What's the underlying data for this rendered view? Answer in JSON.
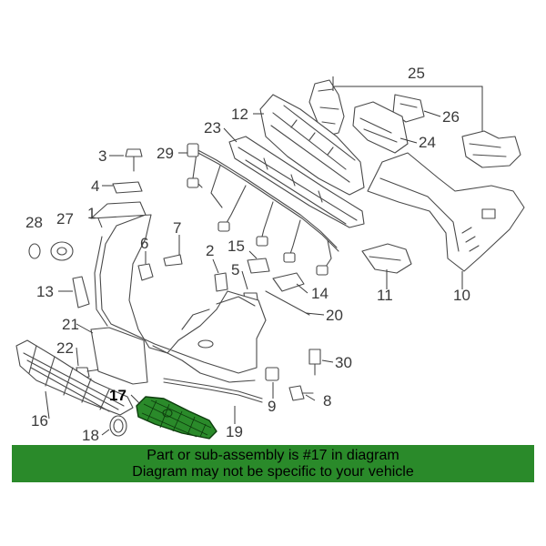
{
  "diagram": {
    "callouts": [
      "1",
      "2",
      "3",
      "4",
      "5",
      "6",
      "7",
      "8",
      "9",
      "10",
      "11",
      "12",
      "13",
      "14",
      "15",
      "16",
      "17",
      "18",
      "19",
      "20",
      "21",
      "22",
      "23",
      "24",
      "25",
      "26",
      "27",
      "28",
      "29",
      "30"
    ],
    "highlighted_part": "17",
    "highlight_color": "#2a8a2a"
  },
  "banner": {
    "line1": "Part or sub-assembly is #17 in diagram",
    "line2": "Diagram may not be specific to your vehicle",
    "background": "#2a8a2a"
  }
}
